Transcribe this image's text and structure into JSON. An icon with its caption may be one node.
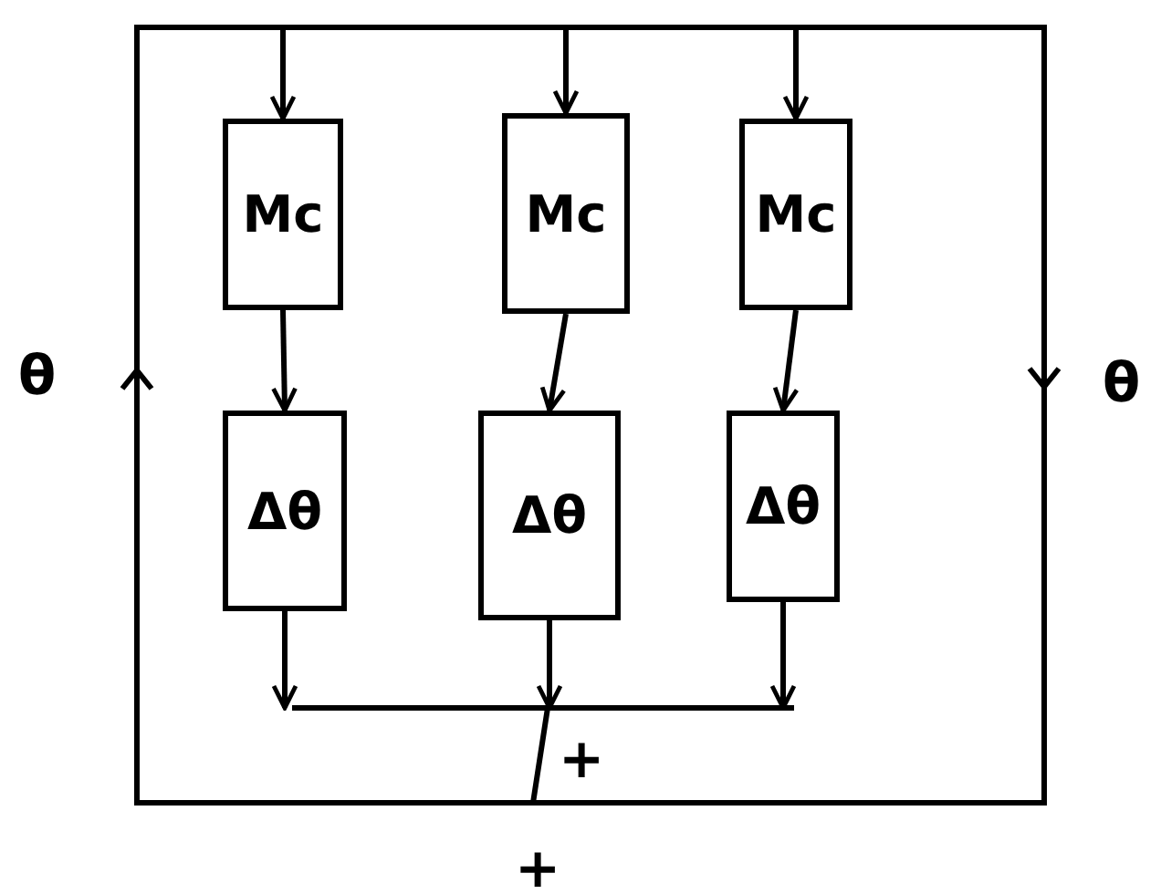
{
  "diagram": {
    "nodes": [
      {
        "text": [
          "Mc"
        ]
      },
      {
        "text": [
          "Mc"
        ]
      },
      {
        "text": [
          "Mc"
        ]
      },
      {
        "text": [
          "Δθ"
        ]
      },
      {
        "text": [
          "Δθ"
        ]
      },
      {
        "text": [
          "Δθ"
        ]
      }
    ],
    "edges": [
      {
        "from": null,
        "to": 0,
        "arrow": "to"
      },
      {
        "from": null,
        "to": 1,
        "arrow": "to"
      },
      {
        "from": null,
        "to": 2,
        "arrow": "to"
      },
      {
        "from": 0,
        "to": 3,
        "arrow": "to"
      },
      {
        "from": 1,
        "to": 4,
        "arrow": "to"
      },
      {
        "from": 2,
        "to": 5,
        "arrow": "to"
      },
      {
        "from": 3,
        "to": null,
        "arrow": "to"
      },
      {
        "from": 4,
        "to": null,
        "arrow": "to"
      },
      {
        "from": 5,
        "to": null,
        "arrow": "to"
      }
    ],
    "labels": [
      "θ",
      "θ",
      "+",
      "+"
    ]
  }
}
